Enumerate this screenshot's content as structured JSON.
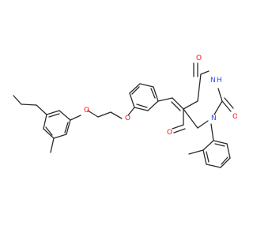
{
  "molecule": {
    "atom_labels": [
      {
        "id": "o-ketone-top",
        "text": "O",
        "color": "#ff0d0d"
      },
      {
        "id": "nh",
        "text": "H",
        "color": "#3050f8"
      },
      {
        "id": "nh-n",
        "text": "N",
        "color": "#3050f8"
      },
      {
        "id": "o-urea",
        "text": "O",
        "color": "#ff0d0d"
      },
      {
        "id": "n-aryl",
        "text": "N",
        "color": "#3050f8"
      },
      {
        "id": "o-ketone-bottom",
        "text": "O",
        "color": "#ff0d0d"
      },
      {
        "id": "o-ether-phenyl",
        "text": "O",
        "color": "#ff0d0d"
      },
      {
        "id": "o-ether-aryl",
        "text": "O",
        "color": "#ff0d0d"
      }
    ],
    "colors": {
      "bond": "#2b2b2b",
      "oxygen": "#ff0d0d",
      "nitrogen": "#3050f8"
    }
  }
}
